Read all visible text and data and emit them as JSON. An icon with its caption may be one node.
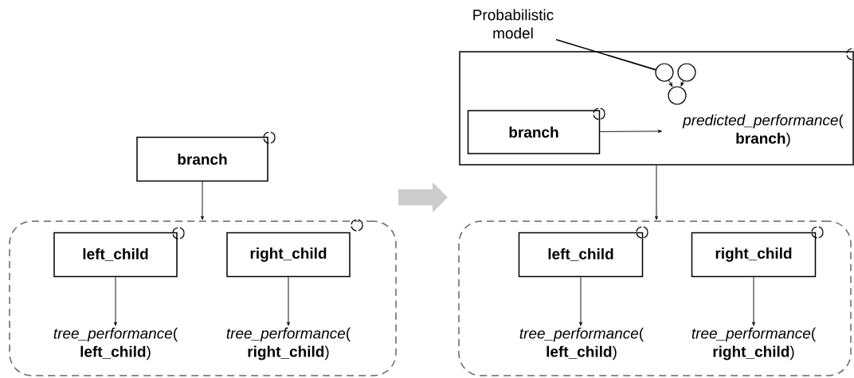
{
  "diagram": {
    "nodes": [
      {
        "text": [
          "branch"
        ]
      },
      {
        "text": [],
        "shape": "box"
      },
      {
        "text": [
          "left_child"
        ],
        "in": 1
      },
      {
        "text": [
          "right_child"
        ],
        "in": 1
      },
      {
        "text": [
          "*tree_performance*( **left_child**)"
        ],
        "in": 1
      },
      {
        "text": [
          "*tree_performance*( **right_child**)"
        ],
        "in": 1
      },
      {
        "text": [],
        "shape": "box"
      },
      {
        "text": [
          "Probabilistic model"
        ]
      },
      {
        "text": [],
        "shape": "circle",
        "in": 6
      },
      {
        "text": [],
        "shape": "circle",
        "in": 6
      },
      {
        "text": [],
        "shape": "circle",
        "in": 6
      },
      {
        "text": [
          "branch"
        ],
        "in": 6
      },
      {
        "text": [
          "*predicted_performance*( **branch**)"
        ],
        "in": 6
      },
      {
        "text": [],
        "shape": "box"
      },
      {
        "text": [
          "left_child"
        ],
        "in": 13
      },
      {
        "text": [
          "right_child"
        ],
        "in": 13
      },
      {
        "text": [
          "*tree_performance*( **left_child**)"
        ],
        "in": 13
      },
      {
        "text": [
          "*tree_performance*( **right_child**)"
        ],
        "in": 13
      }
    ],
    "edges": [
      {
        "from": 0,
        "to": 1,
        "arrow": "to"
      },
      {
        "from": 2,
        "to": 4,
        "arrow": "to"
      },
      {
        "from": 3,
        "to": 5,
        "arrow": "to"
      },
      {
        "from": 7,
        "to": 8,
        "arrow": "none"
      },
      {
        "from": 8,
        "to": 10,
        "arrow": "to"
      },
      {
        "from": 9,
        "to": 10,
        "arrow": "to"
      },
      {
        "from": 11,
        "to": 12,
        "arrow": "to"
      },
      {
        "from": 6,
        "to": 13,
        "arrow": "to"
      },
      {
        "from": 14,
        "to": 16,
        "arrow": "to"
      },
      {
        "from": 15,
        "to": 17,
        "arrow": "to"
      }
    ]
  }
}
